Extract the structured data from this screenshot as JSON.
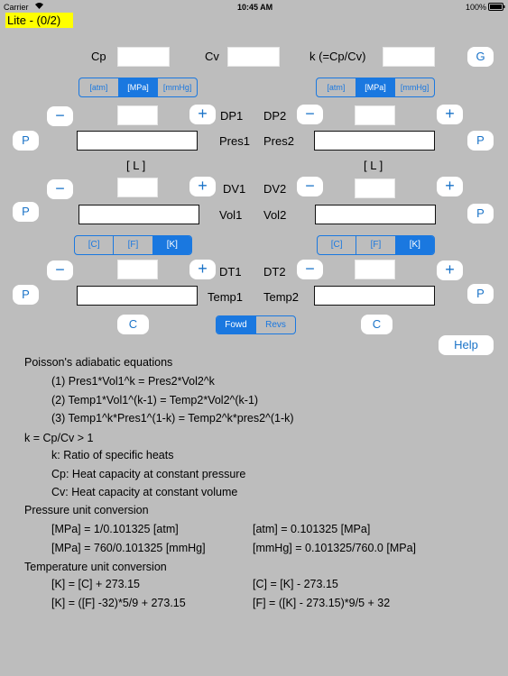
{
  "status_bar": {
    "carrier": "Carrier",
    "time": "10:45 AM",
    "battery": "100%"
  },
  "app_title": "Lite - (0/2)",
  "k_row": {
    "cp_label": "Cp",
    "cv_label": "Cv",
    "k_label": "k (=Cp/Cv)",
    "g_button": "G"
  },
  "pressure_units": {
    "options": [
      "[atm]",
      "[MPa]",
      "[mmHg]"
    ],
    "selected": "[MPa]"
  },
  "temp_units": {
    "options": [
      "[C]",
      "[F]",
      "[K]"
    ],
    "selected": "[K]"
  },
  "volume_unit": "[ L ]",
  "buttons": {
    "minus": "−",
    "plus": "+",
    "p": "P",
    "c": "C",
    "help": "Help"
  },
  "left": {
    "dp": "DP1",
    "pres": "Pres1",
    "dv": "DV1",
    "vol": "Vol1",
    "dt": "DT1",
    "temp": "Temp1"
  },
  "right": {
    "dp": "DP2",
    "pres": "Pres2",
    "dv": "DV2",
    "vol": "Vol2",
    "dt": "DT2",
    "temp": "Temp2"
  },
  "direction": {
    "options": [
      "Fowd",
      "Revs"
    ],
    "selected": "Fowd"
  },
  "info": {
    "heading1": "Poisson's adiabatic equations",
    "eq1": "(1) Pres1*Vol1^k = Pres2*Vol2^k",
    "eq2": "(2) Temp1*Vol1^(k-1) = Temp2*Vol2^(k-1)",
    "eq3": "(3) Temp1^k*Pres1^(1-k) = Temp2^k*pres2^(1-k)",
    "k_def": "k = Cp/Cv > 1",
    "k_desc": "k: Ratio of specific heats",
    "cp_desc": "Cp: Heat capacity at constant pressure",
    "cv_desc": "Cv: Heat capacity at constant volume",
    "heading2": "Pressure unit conversion",
    "p1": "[MPa] = 1/0.101325 [atm]",
    "p2": "[atm] = 0.101325 [MPa]",
    "p3": "[MPa] = 760/0.101325 [mmHg]",
    "p4": "[mmHg] = 0.101325/760.0 [MPa]",
    "heading3": "Temperature unit conversion",
    "t1": "[K] = [C] + 273.15",
    "t2": "[C] = [K] - 273.15",
    "t3": "[K] = ([F] -32)*5/9 + 273.15",
    "t4": "[F] = ([K] - 273.15)*9/5 + 32"
  }
}
